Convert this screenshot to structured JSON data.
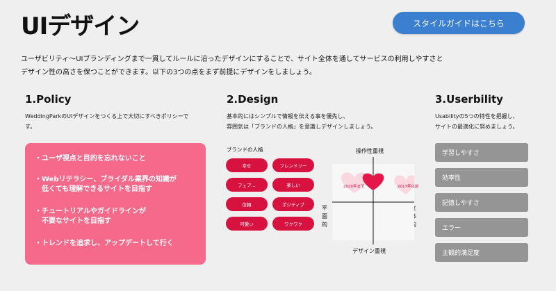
{
  "header": {
    "title": "UIデザイン",
    "guide_button": "スタイルガイドはこちら"
  },
  "intro": {
    "line1": "ユーザビリティ〜UIブランディングまで一貫してルールに沿ったデザインにすることで、サイト全体を通してサービスの利用しやすさと",
    "line2": "デザイン性の高さを保つことができます。以下の3つの点をまず前提にデザインをしましょう。"
  },
  "policy": {
    "title": "1.Policy",
    "desc_line1": "WeddingParkのUIデザインをつくる上で大切にすべきポリシーで",
    "desc_line2": "す。",
    "items": [
      {
        "line1": "・ユーザ視点と目的を忘れないこと",
        "line2": ""
      },
      {
        "line1": "・Webリテラシー、ブライダル業界の知識が",
        "line2": "　低くても理解できるサイトを目指す"
      },
      {
        "line1": "・チュートリアルやガイドラインが",
        "line2": "　不要なサイトを目指す"
      },
      {
        "line1": "・トレンドを追求し、アップデートして行く",
        "line2": ""
      }
    ]
  },
  "design": {
    "title": "2.Design",
    "desc_line1": "基本的にはシンプルで情報を伝える事を優先し、",
    "desc_line2": "雰囲気は「ブランドの人格」を意識しデザインしましょう。",
    "brand_label": "ブランドの人格",
    "pills": [
      "幸せ",
      "フレンドリー",
      "フェア...",
      "楽しい",
      "信頼",
      "ポジティブ",
      "可愛い",
      "ワクワク"
    ],
    "axis_top": "操作性重視",
    "axis_bottom": "デザイン重視",
    "axis_left": [
      "平",
      "面",
      "的"
    ],
    "axis_right": [
      "立",
      "体",
      "的"
    ],
    "heart_left_label": "2020年まで",
    "heart_right_label": "2017年以前",
    "accent_color": "#d8123f"
  },
  "usability": {
    "title": "3.Userbility",
    "desc_line1": "Usabilityの5つの特性を把握し、",
    "desc_line2": "サイトの最適化に努めましょう。",
    "items": [
      "学習しやすさ",
      "効率性",
      "記憶しやすさ",
      "エラー",
      "主観的満足度"
    ]
  }
}
